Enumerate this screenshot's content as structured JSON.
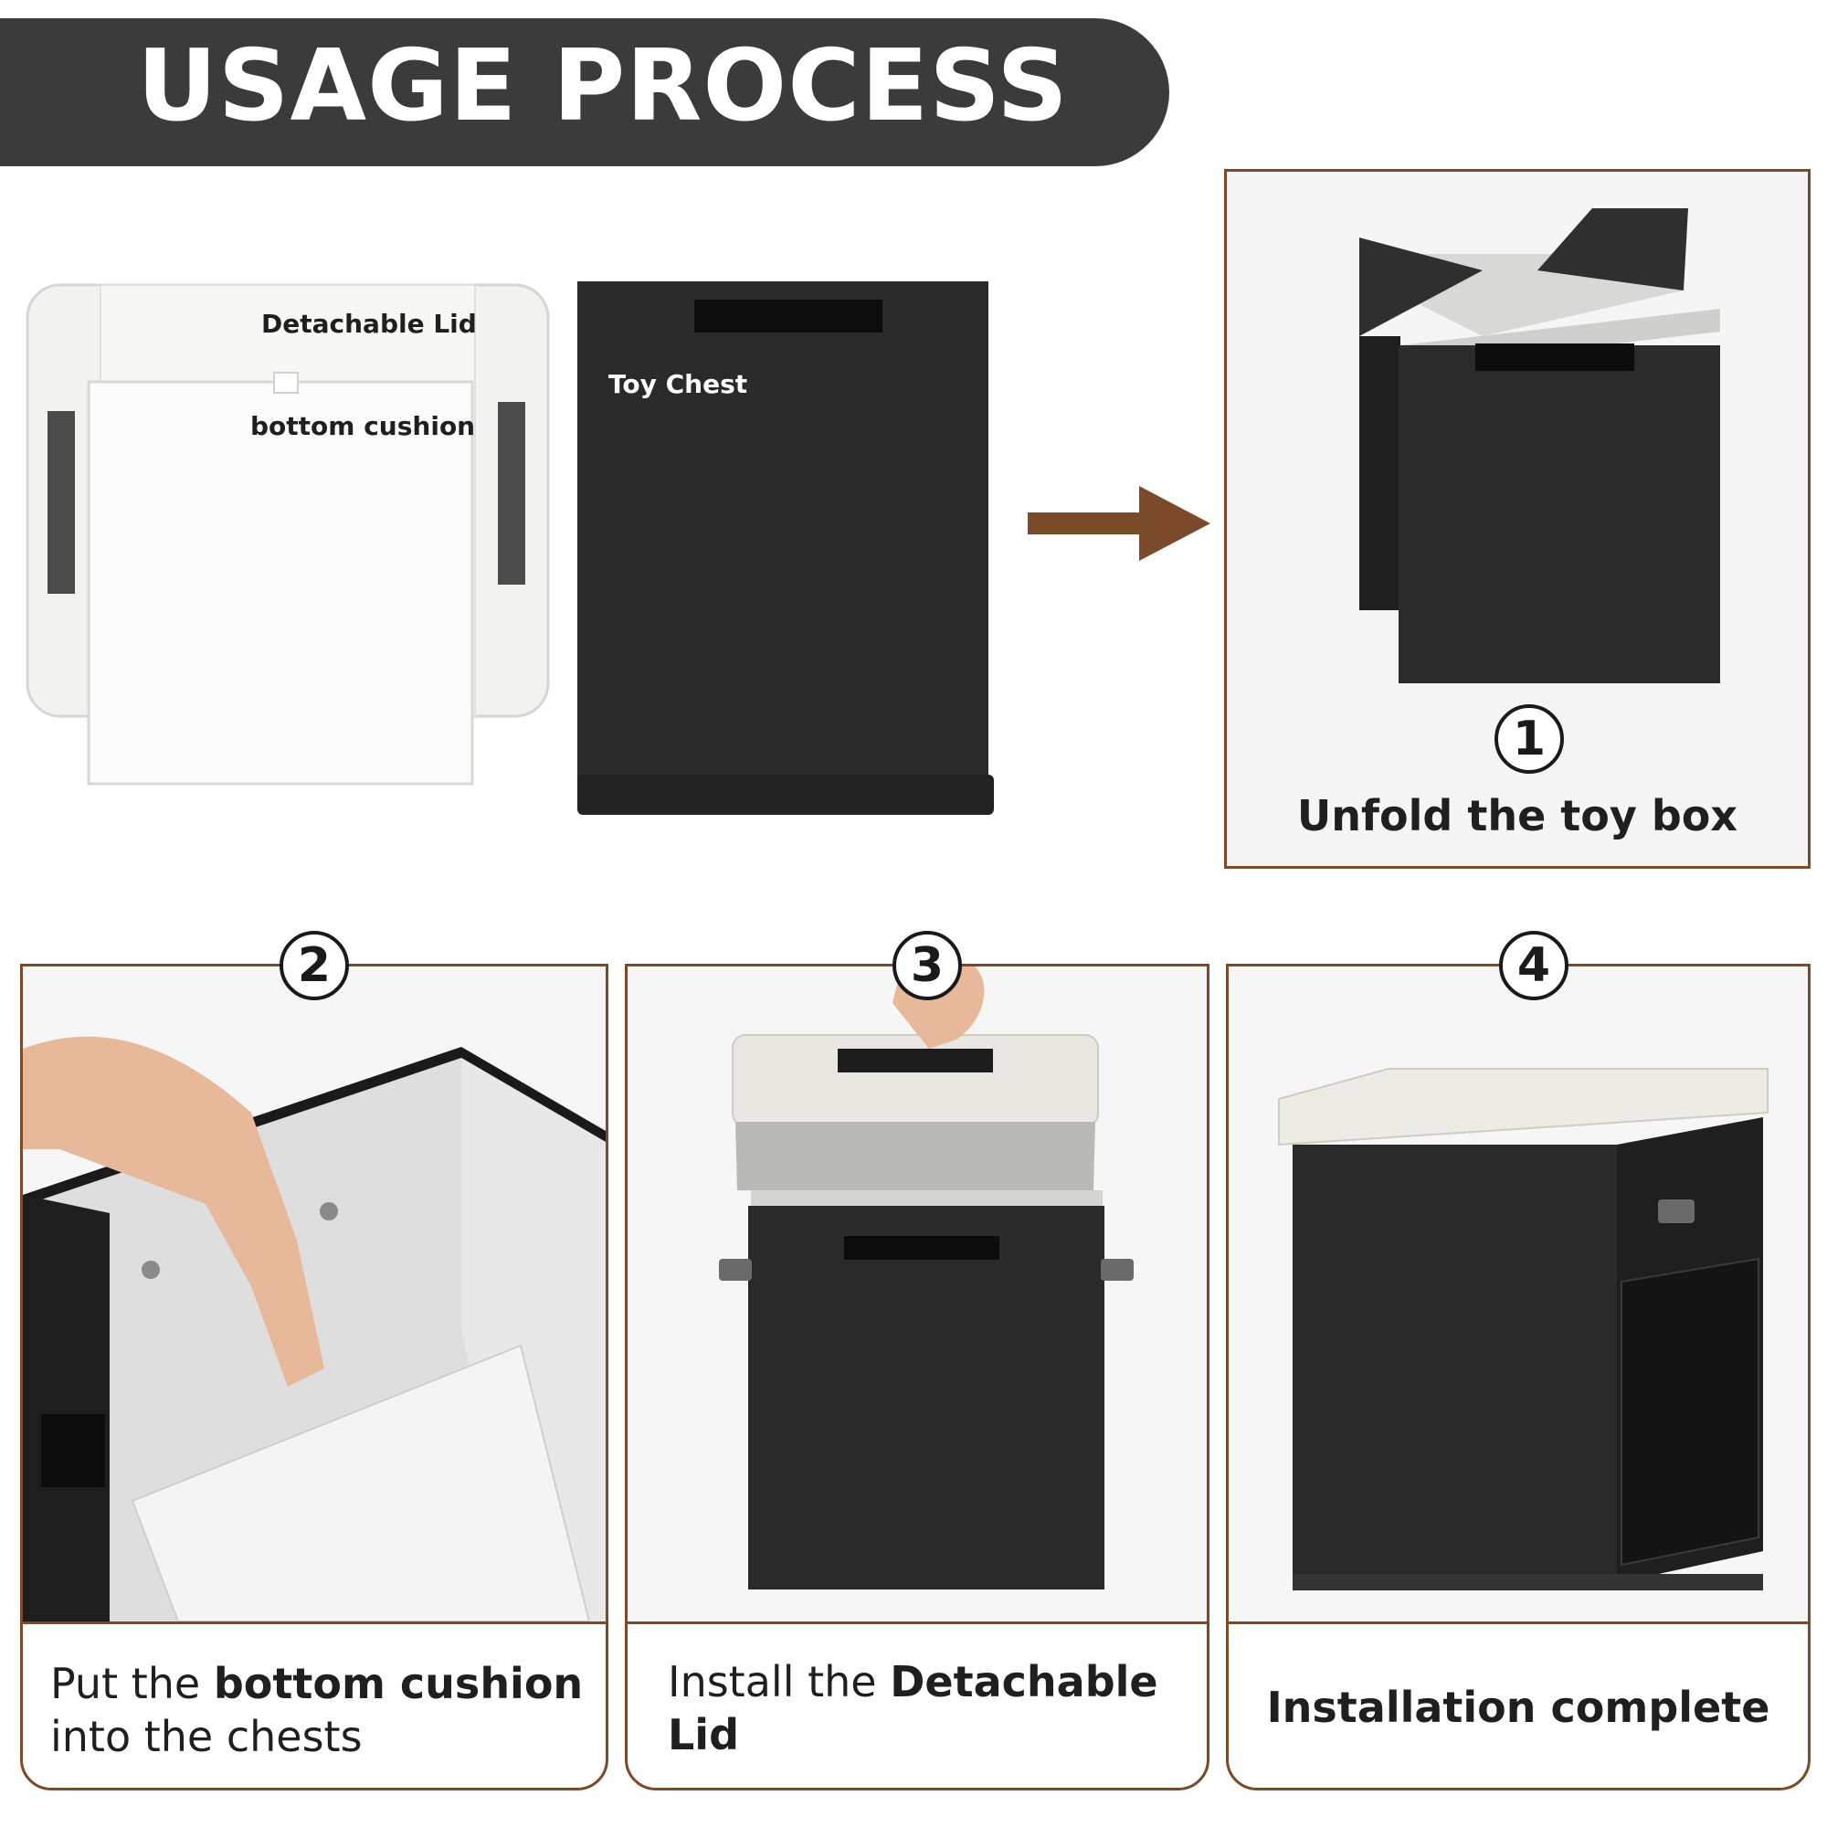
{
  "header": {
    "title": "USAGE PROCESS"
  },
  "parts": {
    "lid_label": "Detachable Lid",
    "cushion_label": "bottom cushion",
    "chest_label": "Toy Chest"
  },
  "steps": [
    {
      "number": "1",
      "caption": "Unfold the toy box"
    },
    {
      "number": "2",
      "caption_pre": "Put the ",
      "caption_bold": "bottom cushion",
      "caption_post": "into the chests"
    },
    {
      "number": "3",
      "caption_pre": "Install the ",
      "caption_bold": "Detachable Lid"
    },
    {
      "number": "4",
      "caption_bold": "Installation complete"
    }
  ],
  "colors": {
    "accent": "#7a4a2a",
    "banner": "#3b3b3b",
    "arrow": "#7a4a2a"
  }
}
